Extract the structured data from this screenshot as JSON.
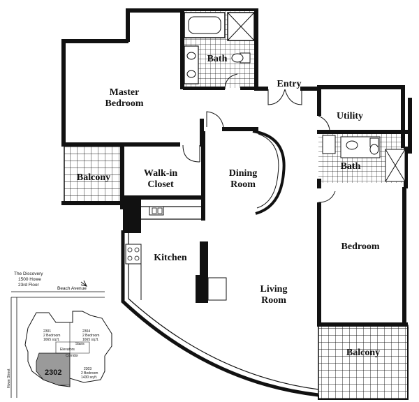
{
  "rooms": {
    "master_bedroom": [
      "Master",
      "Bedroom"
    ],
    "bath_master": "Bath",
    "entry": "Entry",
    "utility": "Utility",
    "balcony_master": "Balcony",
    "walkin_closet": [
      "Walk-in",
      "Closet"
    ],
    "dining_room": [
      "Dining",
      "Room"
    ],
    "bath_second": "Bath",
    "bedroom": "Bedroom",
    "kitchen": "Kitchen",
    "living_room": [
      "Living",
      "Room"
    ],
    "balcony_bedroom": "Balcony"
  },
  "building": {
    "name": "The Discovery",
    "address": "1500 Howe",
    "floor": "23rd Floor",
    "street_top": "Beach Avenue",
    "street_side": "Howe Street"
  },
  "keyplan": {
    "unit_highlight": "2302",
    "units": [
      {
        "num": "2301",
        "type": "2 Bedroom",
        "area": "1665 sq.ft."
      },
      {
        "num": "2304",
        "type": "2 Bedroom",
        "area": "1665 sq.ft."
      },
      {
        "num": "2303",
        "type": "2 Bedroom",
        "area": "1430 sq.ft."
      }
    ],
    "labels": [
      "Stairs",
      "Elevators",
      "Corridor"
    ]
  },
  "colors": {
    "ink": "#111111",
    "highlight": "#9a9a9a",
    "paper": "#ffffff"
  }
}
